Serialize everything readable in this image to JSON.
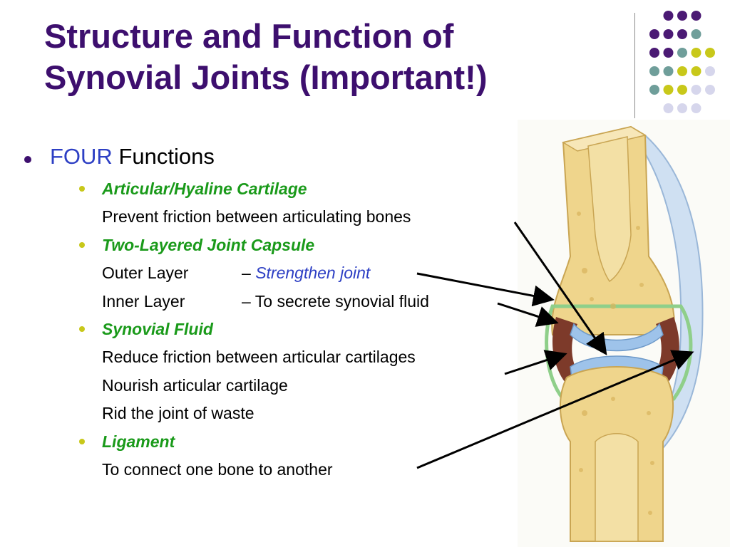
{
  "slide": {
    "title_line1": "Structure and Function of",
    "title_line2": "Synovial Joints (Important!)",
    "level1": {
      "accent": "FOUR",
      "text": " Functions"
    },
    "sections": [
      {
        "heading": "Articular/Hyaline Cartilage",
        "lines": [
          "Prevent friction between articulating bones"
        ]
      },
      {
        "heading": "Two-Layered Joint Capsule",
        "layers": [
          {
            "label": "Outer Layer",
            "dash": "– ",
            "text": "Strengthen joint"
          },
          {
            "label": "Inner Layer",
            "dash": "– ",
            "text": "To secrete synovial fluid"
          }
        ]
      },
      {
        "heading": "Synovial Fluid",
        "lines": [
          "Reduce friction between articular cartilages",
          "Nourish articular cartilage",
          "Rid the joint of waste"
        ]
      },
      {
        "heading": "Ligament",
        "lines": [
          "To connect one bone to another"
        ]
      }
    ]
  },
  "colors": {
    "title": "#3d0f6e",
    "heading": "#1a9a1a",
    "accent_blue": "#2d3fc4",
    "dot_purple": "#4b1a74",
    "dot_teal": "#6f9e9a",
    "dot_yellow": "#c8c81a",
    "dot_lavender": "#d6d6ec",
    "bone": "#efd58c",
    "cartilage": "#9ec3ea",
    "capsule": "#7d3a2a"
  },
  "icons": [
    "decorative-dot-grid",
    "joint-illustration"
  ]
}
